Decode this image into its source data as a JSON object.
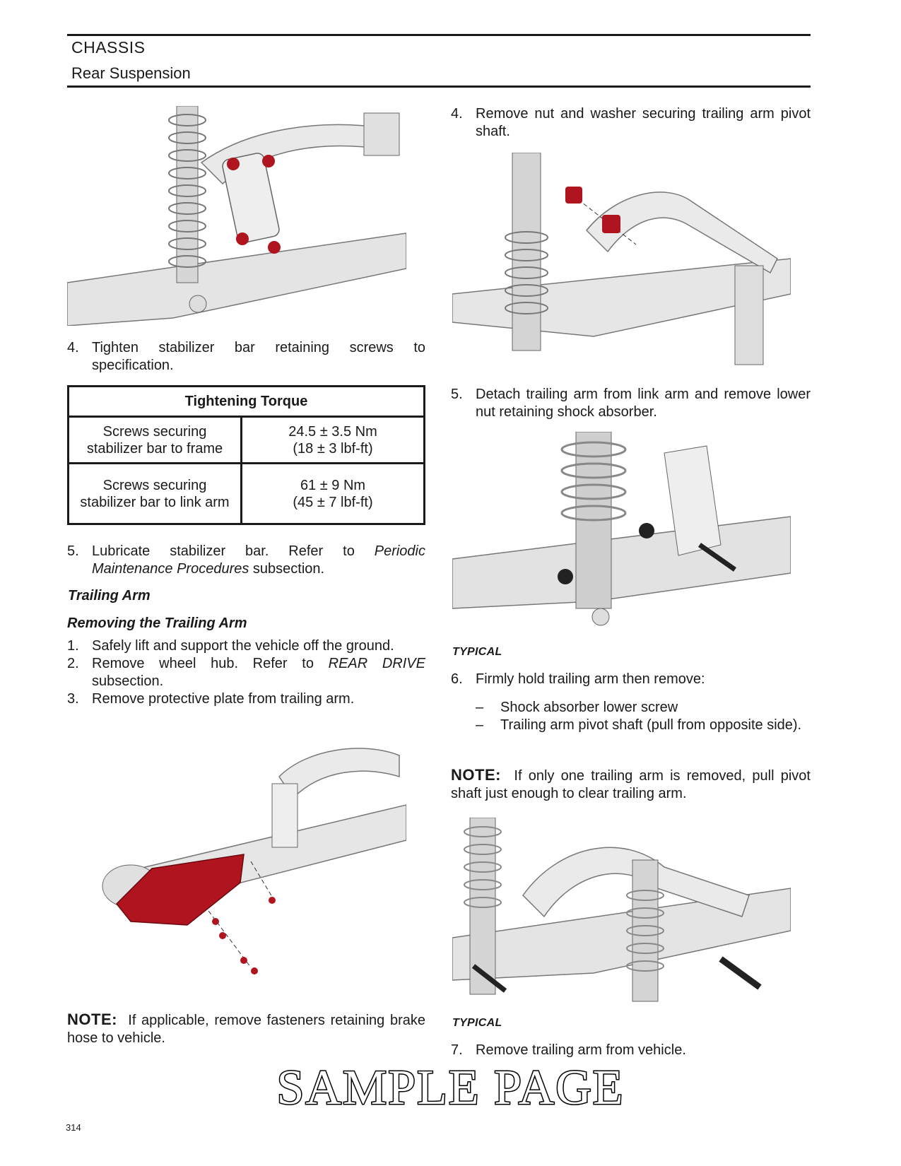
{
  "header": {
    "chapter": "CHASSIS",
    "section": "Rear Suspension"
  },
  "left": {
    "step4": {
      "num": "4.",
      "text": "Tighten stabilizer bar retaining screws to specification."
    },
    "table": {
      "title": "Tightening Torque",
      "rows": [
        {
          "item": "Screws securing stabilizer bar to frame",
          "value_nm": "24.5 ± 3.5 Nm",
          "value_lbf": "(18 ± 3 lbf-ft)"
        },
        {
          "item": "Screws securing stabilizer bar to link arm",
          "value_nm": "61 ± 9 Nm",
          "value_lbf": "(45 ± 7 lbf-ft)"
        }
      ]
    },
    "step5": {
      "num": "5.",
      "text_a": "Lubricate stabilizer bar. Refer to ",
      "link": "Periodic Maintenance Procedures",
      "text_b": " subsection."
    },
    "heading_trailing_arm": "Trailing Arm",
    "heading_removing": "Removing the Trailing Arm",
    "steps": [
      {
        "num": "1.",
        "text": "Safely lift and support the vehicle off the ground."
      },
      {
        "num": "2.",
        "text_a": "Remove wheel hub. Refer to ",
        "link": "REAR DRIVE",
        "text_b": " subsection."
      },
      {
        "num": "3.",
        "text": "Remove protective plate from trailing arm."
      }
    ],
    "note": {
      "label": "NOTE:",
      "text": "If applicable, remove fasteners retaining brake hose to vehicle."
    }
  },
  "right": {
    "step4": {
      "num": "4.",
      "text": "Remove nut and washer securing trailing arm pivot shaft."
    },
    "step5": {
      "num": "5.",
      "text": "Detach trailing arm from link arm and remove lower nut retaining shock absorber."
    },
    "caption1": "TYPICAL",
    "step6": {
      "num": "6.",
      "text": "Firmly hold trailing arm then remove:"
    },
    "bullets": [
      {
        "dash": "–",
        "text": "Shock absorber lower screw"
      },
      {
        "dash": "–",
        "text": "Trailing arm pivot shaft (pull from opposite side)."
      }
    ],
    "note": {
      "label": "NOTE:",
      "text": "If only one trailing arm is removed, pull pivot shaft just enough to clear trailing arm."
    },
    "caption2": "TYPICAL",
    "step7": {
      "num": "7.",
      "text": "Remove trailing arm from vehicle."
    }
  },
  "watermark": "SAMPLE PAGE",
  "page_number": "314",
  "colors": {
    "highlight_part": "#b0141e",
    "metal": "#d8d8d8",
    "text": "#1a1a1a"
  }
}
